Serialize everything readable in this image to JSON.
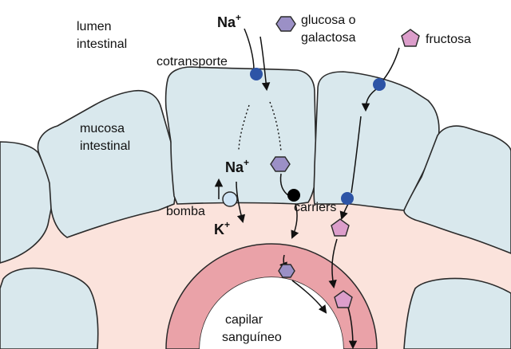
{
  "labels": {
    "lumen_line1": "lumen",
    "lumen_line2": "intestinal",
    "mucosa_line1": "mucosa",
    "mucosa_line2": "intestinal",
    "cotransporte": "cotransporte",
    "bomba": "bomba",
    "carriers": "carriers",
    "capilar_line1": "capilar",
    "capilar_line2": "sanguíneo",
    "glucose_line1": "glucosa o",
    "glucose_line2": "galactosa",
    "fructosa": "fructosa"
  },
  "ions": {
    "na": "Na",
    "na_charge": "+",
    "k": "K",
    "k_charge": "+"
  },
  "colors": {
    "background": "#ffffff",
    "tissue": "#fbe3dc",
    "cell_fill": "#d9e8ed",
    "capillary": "#eaa2a8",
    "glucose_hexagon": "#9b90c6",
    "fructose_pentagon": "#dc9ecb",
    "cotransporter": "#2d54a6",
    "pump": "#cfe5f5",
    "carrier": "#000000"
  }
}
